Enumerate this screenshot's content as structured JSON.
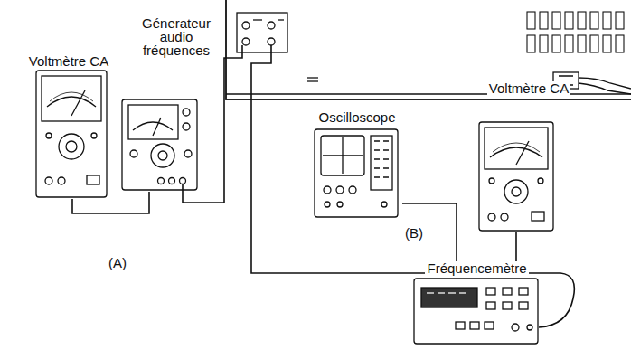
{
  "diagram": {
    "nodes": [
      {
        "text": [
          "Voltmètre CA"
        ]
      },
      {
        "text": [
          "Génerateur audio fréquences"
        ]
      },
      {
        "text": [
          "Oscilloscope"
        ]
      },
      {
        "text": [
          "Voltmètre CA"
        ]
      },
      {
        "text": [
          "Fréquencemètre"
        ]
      }
    ],
    "edges": [
      {
        "from": 0,
        "to": 1,
        "arrow": "none"
      },
      {
        "from": 2,
        "to": 3,
        "arrow": "none"
      }
    ],
    "labels": [
      "(A)",
      "(B)"
    ]
  }
}
